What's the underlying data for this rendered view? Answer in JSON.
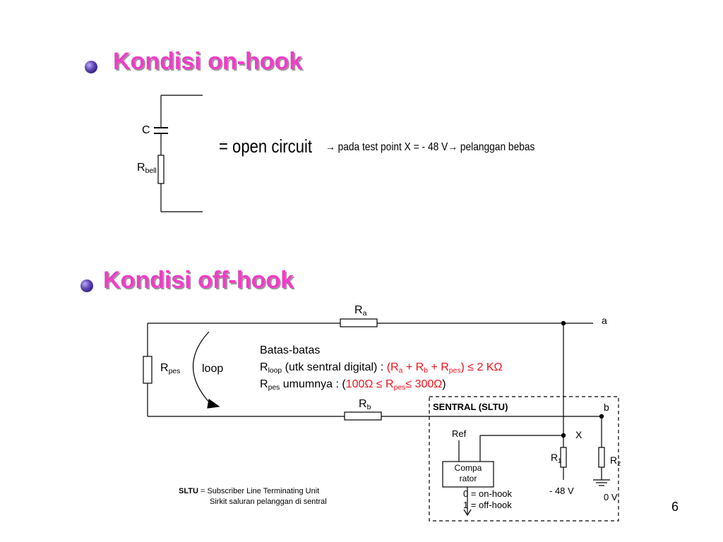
{
  "section_on_hook": {
    "title": "Kondisi on-hook",
    "c_label": "C",
    "rbell_main": "R",
    "rbell_sub": "bell",
    "equals_text": "=  open circuit",
    "arrow_glyph": "→",
    "note_text": " pada test point X = - 48 V",
    "note_tail": " pelanggan bebas"
  },
  "section_off_hook": {
    "title": "Kondisi off-hook",
    "ra_main": "R",
    "ra_sub": "a",
    "rb_main": "R",
    "rb_sub": "b",
    "rpes_main": "R",
    "rpes_sub": "pes",
    "loop_label": "loop",
    "node_a": "a",
    "node_b": "b",
    "node_x": "X",
    "batas_title": "Batas-batas",
    "rloop_main": "R",
    "rloop_sub": "loop",
    "rloop_text": " (utk sentral digital)  : ",
    "rloop_expr_1": "(R",
    "rloop_expr_sub_a": "a",
    "rloop_expr_2": " + R",
    "rloop_expr_sub_b": "b",
    "rloop_expr_3": " + R",
    "rloop_expr_sub_pes": "pes",
    "rloop_expr_4": ") ≤ 2 KΩ",
    "rpes2_main": "R",
    "rpes2_sub": "pes",
    "umumnya_text": "  umumnya : (",
    "umumnya_expr_1": "100Ω ≤ R",
    "umumnya_expr_sub": "pes",
    "umumnya_expr_2": "≤  300Ω",
    "umumnya_close": ")",
    "sentral_label": "SENTRAL (SLTU)",
    "ref_label": "Ref",
    "comparator_line1": "Compa",
    "comparator_line2": "rator",
    "r1_main": "R",
    "r1_sub": "1",
    "r2_main": "R",
    "r2_sub": "2",
    "state_0": "0 = on-hook",
    "state_1": "1 = off-hook",
    "minus48": "-  48 V",
    "zero_v": "0 V"
  },
  "footnote": {
    "sltu_bold": "SLTU",
    "sltu_def": " = Subscriber Line Terminating Unit",
    "sltu_line2": "Sirkit saluran pelanggan di sentral"
  },
  "page_number": "6",
  "colors": {
    "heading": "#f03cc8",
    "heading_shadow": "#9a9a9a",
    "red": "#e8141e"
  }
}
